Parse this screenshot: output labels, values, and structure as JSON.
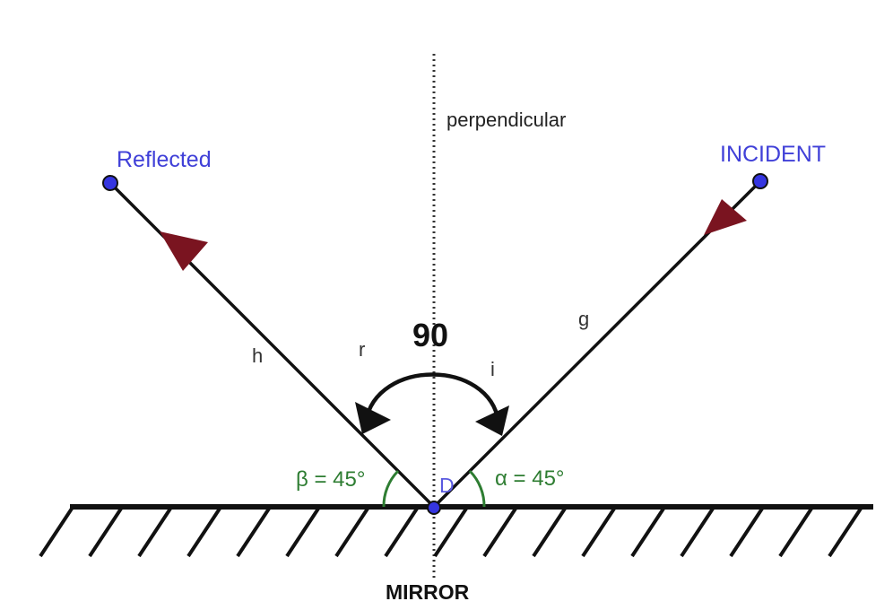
{
  "labels": {
    "reflected": "Reflected",
    "incident": "INCIDENT",
    "perpendicular": "perpendicular",
    "ray_h": "h",
    "ray_g": "g",
    "angle_r": "r",
    "angle_i": "i",
    "total_angle": "90",
    "beta": "β = 45°",
    "alpha": "α = 45°",
    "point": "D",
    "mirror": "MIRROR"
  },
  "colors": {
    "ray": "#111111",
    "arrowhead": "#7a1420",
    "point": "#3535e0",
    "angle_arc": "#2e7d32",
    "normal": "#333333"
  }
}
